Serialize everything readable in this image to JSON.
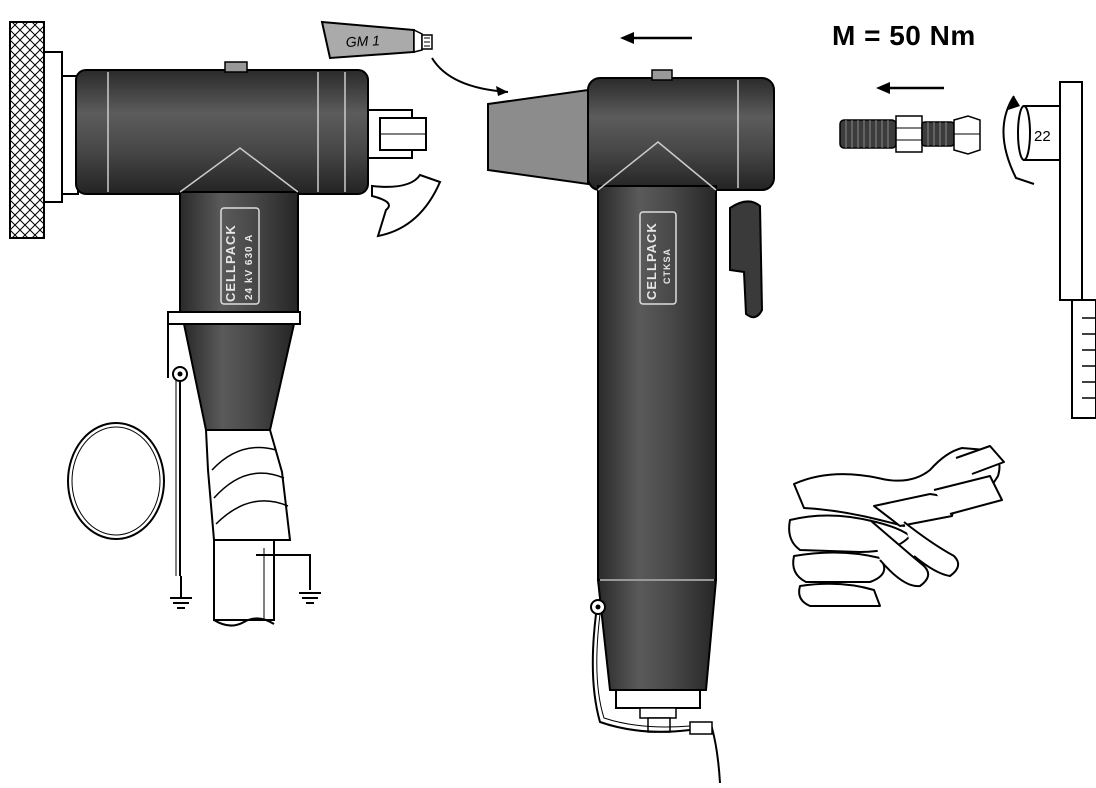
{
  "torque_label": "M = 50 Nm",
  "tube_label": "GM 1",
  "left_connector": {
    "brand": "CELLPACK",
    "rating": "24 kV 630 A"
  },
  "right_connector": {
    "brand": "CELLPACK",
    "model": "CTKSA"
  },
  "wrench_size": "22",
  "colors": {
    "body": "#4a4a4a",
    "body_dark": "#2e2e2e",
    "body_light": "#6a6a6a",
    "grey_part": "#8c8c8c",
    "line": "#000000"
  }
}
